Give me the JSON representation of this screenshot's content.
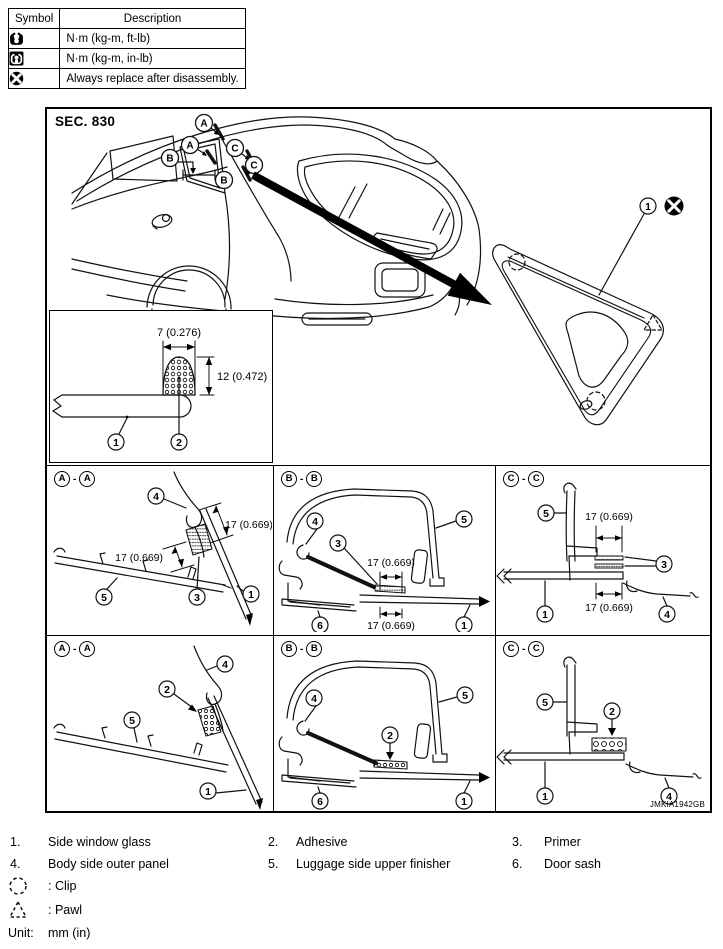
{
  "symbol_table": {
    "header": {
      "symbol": "Symbol",
      "description": "Description"
    },
    "rows": [
      {
        "icon": "torque-wrench-icon",
        "description": "N·m (kg-m, ft-lb)"
      },
      {
        "icon": "torque-wrench-filled-icon",
        "description": "N·m (kg-m, in-lb)"
      },
      {
        "icon": "replace-after-disassembly-icon",
        "description": "Always replace after disassembly."
      }
    ]
  },
  "diagram": {
    "sec_label": "SEC. 830",
    "drawing_id": "JMKIA1942GB",
    "dims": {
      "bead_width": "7 (0.276)",
      "bead_height": "12 (0.472)",
      "clearance": "17 (0.669)"
    },
    "callouts": {
      "n1": "1",
      "n2": "2",
      "n3": "3",
      "n4": "4",
      "n5": "5",
      "n6": "6"
    },
    "sections": {
      "a": "A",
      "b": "B",
      "c": "C"
    },
    "section_title_sep": "-"
  },
  "legend": {
    "items": [
      {
        "num": "1.",
        "text": "Side window glass"
      },
      {
        "num": "2.",
        "text": "Adhesive"
      },
      {
        "num": "3.",
        "text": "Primer"
      },
      {
        "num": "4.",
        "text": "Body side outer panel"
      },
      {
        "num": "5.",
        "text": "Luggage side upper finisher"
      },
      {
        "num": "6.",
        "text": "Door sash"
      }
    ],
    "symbols": [
      {
        "icon": "clip-icon",
        "text": ": Clip"
      },
      {
        "icon": "pawl-icon",
        "text": ": Pawl"
      }
    ],
    "unit_label": "Unit:",
    "unit_value": "mm (in)"
  }
}
